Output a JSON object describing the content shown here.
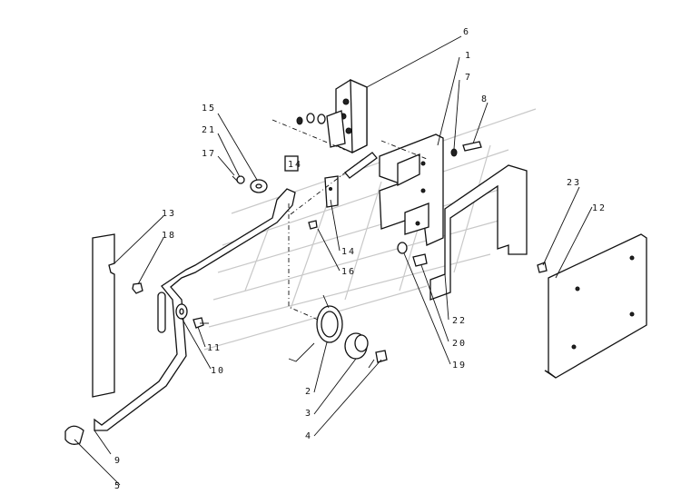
{
  "diagram": {
    "callouts": [
      {
        "id": "c1",
        "label": "1"
      },
      {
        "id": "c2",
        "label": "2"
      },
      {
        "id": "c3",
        "label": "3"
      },
      {
        "id": "c4",
        "label": "4"
      },
      {
        "id": "c5",
        "label": "5"
      },
      {
        "id": "c6",
        "label": "6"
      },
      {
        "id": "c7",
        "label": "7"
      },
      {
        "id": "c8",
        "label": "8"
      },
      {
        "id": "c9",
        "label": "9"
      },
      {
        "id": "c10",
        "label": "10"
      },
      {
        "id": "c11",
        "label": "11"
      },
      {
        "id": "c12",
        "label": "12"
      },
      {
        "id": "c13",
        "label": "13"
      },
      {
        "id": "c14",
        "label": "14"
      },
      {
        "id": "c15",
        "label": "15"
      },
      {
        "id": "c16",
        "label": "16"
      },
      {
        "id": "c17",
        "label": "17"
      },
      {
        "id": "c18",
        "label": "18"
      },
      {
        "id": "c19",
        "label": "19"
      },
      {
        "id": "c20",
        "label": "20"
      },
      {
        "id": "c21",
        "label": "21"
      },
      {
        "id": "c22",
        "label": "22"
      },
      {
        "id": "c23",
        "label": "23"
      }
    ],
    "boxed_label": "14"
  }
}
